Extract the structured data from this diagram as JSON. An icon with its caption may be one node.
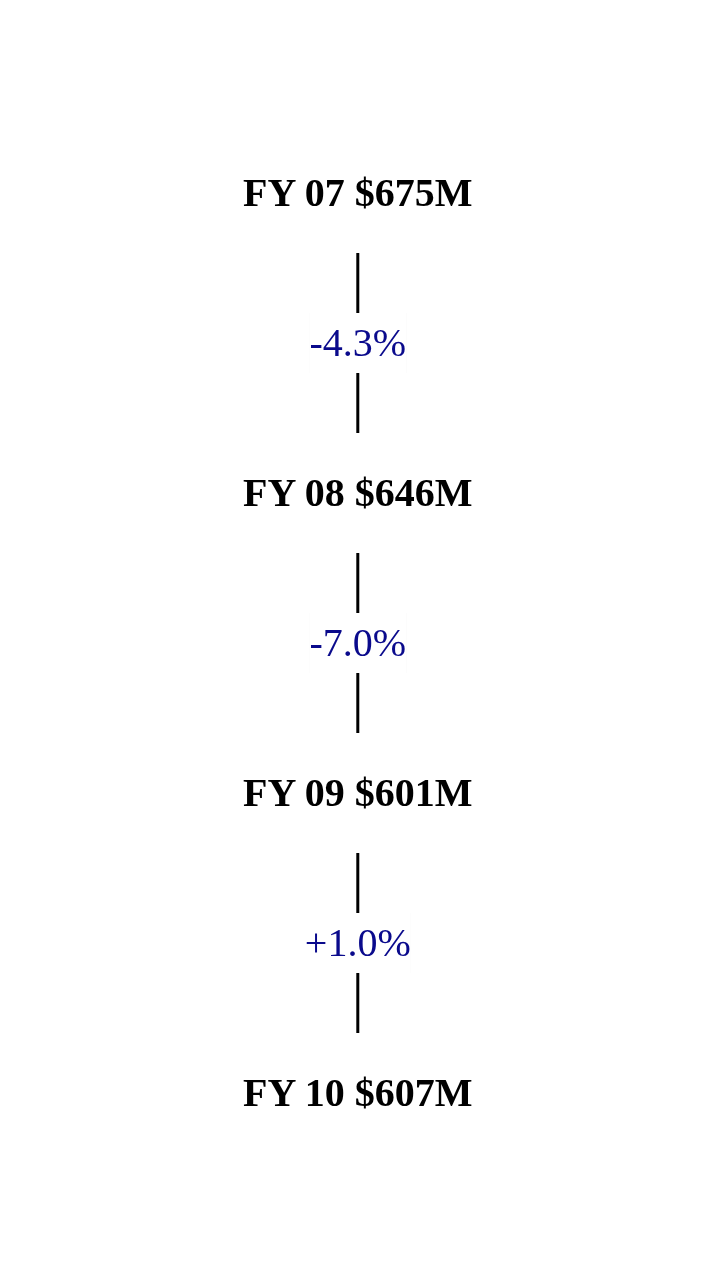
{
  "diagram": {
    "nodes": [
      {
        "text": [
          "FY 07 $675M"
        ]
      },
      {
        "text": [
          "FY 08 $646M"
        ]
      },
      {
        "text": [
          "FY 09 $601M"
        ]
      },
      {
        "text": [
          "FY 10 $607M"
        ]
      }
    ],
    "edges": [
      {
        "from": 0,
        "to": 1,
        "arrow": "none",
        "label": "-4.3%"
      },
      {
        "from": 1,
        "to": 2,
        "arrow": "none",
        "label": "-7.0%"
      },
      {
        "from": 2,
        "to": 3,
        "arrow": "none",
        "label": "+1.0%"
      }
    ]
  }
}
